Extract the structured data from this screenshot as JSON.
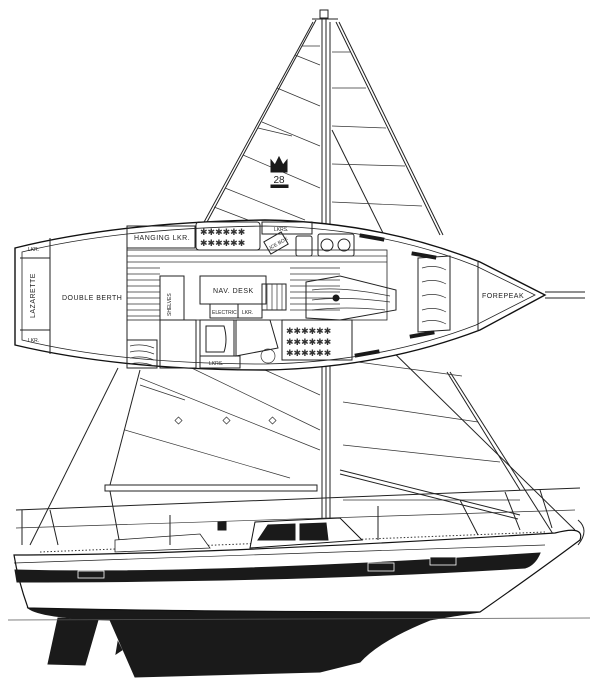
{
  "drawing": {
    "title": "Sailboat sail plan and interior layout",
    "logo": {
      "icon": "crown-icon",
      "model_number": "28"
    },
    "colors": {
      "ink": "#1a1a1a",
      "paper": "#ffffff"
    }
  },
  "interior_labels": {
    "lazarette": "LAZARETTE",
    "lkr_aft_top": "LKR.",
    "lkr_aft_bottom": "LKR.",
    "double_berth": "DOUBLE BERTH",
    "hanging_lkr": "HANGING LKR.",
    "lkrs_top": "LKRS.",
    "ice_box": "ICE BOX",
    "shelves": "SHELVES",
    "nav_desk": "NAV. DESK",
    "electric": "ELECTRIC",
    "lkr_mid": "LKR.",
    "lkrs_bottom": "LKRS.",
    "forepeak": "FOREPEAK"
  }
}
